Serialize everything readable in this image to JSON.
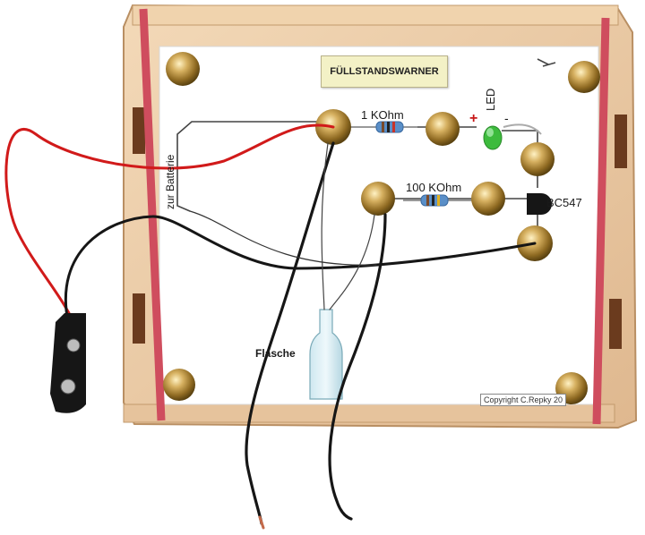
{
  "board": {
    "title": "FÜLLSTANDSWARNER",
    "labels": {
      "resistor_1": "1 KOhm",
      "resistor_2": "100 KOhm",
      "led": "LED",
      "plus": "+",
      "minus": "-",
      "transistor": "BC547",
      "battery": "zur Batterie",
      "bottle": "Flasche"
    },
    "copyright": "Copyright C.Repky 20"
  },
  "colors": {
    "wood": "#e9c9a4",
    "card": "#ffffff",
    "rubber_band": "#cf4d5e",
    "brass": "#b08a3e",
    "red_wire": "#d11a1a",
    "black_wire": "#161616",
    "led_green": "#3dbb3d"
  }
}
